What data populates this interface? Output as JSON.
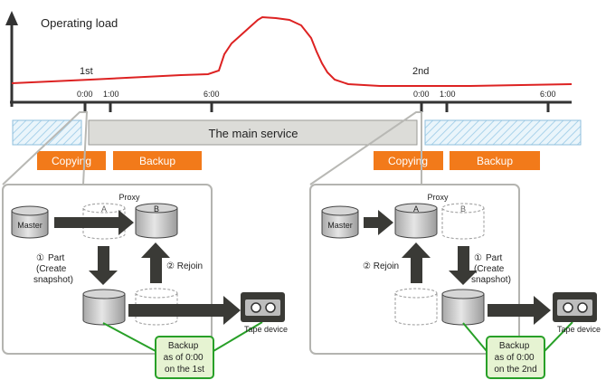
{
  "chart": {
    "ylabel": "Operating load",
    "day1_label": "1st",
    "day2_label": "2nd",
    "ticks_day1": [
      "0:00",
      "1:00",
      "6:00"
    ],
    "ticks_day2": [
      "0:00",
      "1:00",
      "6:00"
    ]
  },
  "timeline": {
    "main_service": "The main service"
  },
  "phase_labels": {
    "copying": "Copying",
    "backup": "Backup"
  },
  "panel_left": {
    "proxy_label": "Proxy",
    "master_label": "Master",
    "disk_a": "A",
    "disk_b": "B",
    "step1_num": "①",
    "step1_lines": [
      "Part",
      "(Create",
      "snapshot)"
    ],
    "step2_text": "② Rejoin",
    "tape_label": "Tape device",
    "backup_note": [
      "Backup",
      "as of 0:00",
      "on the 1st"
    ]
  },
  "panel_right": {
    "proxy_label": "Proxy",
    "master_label": "Master",
    "disk_a": "A",
    "disk_b": "B",
    "step1_num": "①",
    "step1_lines": [
      "Part",
      "(Create",
      "snapshot)"
    ],
    "step2_text": "② Rejoin",
    "tape_label": "Tape device",
    "backup_note": [
      "Backup",
      "as of 0:00",
      "on the 2nd"
    ]
  },
  "colors": {
    "load_curve": "#dd2222",
    "orange": "#f27a1a",
    "arrow": "#3a3a36",
    "green": "#28a028",
    "note_fill": "#e6f3d2",
    "bar_gray": "#dcdcd8",
    "hatch": "#b9dcef"
  }
}
